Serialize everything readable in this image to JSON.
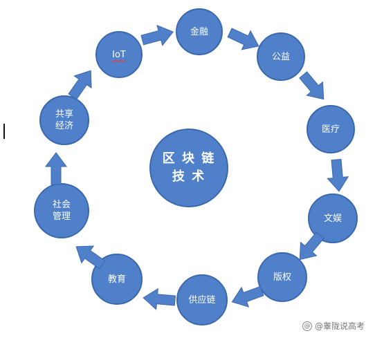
{
  "diagram": {
    "center": {
      "label": "区 块 链\n技 术"
    },
    "ring": [
      {
        "id": "iot",
        "label": "IoT"
      },
      {
        "id": "finance",
        "label": "金融"
      },
      {
        "id": "public-welfare",
        "label": "公益"
      },
      {
        "id": "medical",
        "label": "医疗"
      },
      {
        "id": "entertainment",
        "label": "文娱"
      },
      {
        "id": "copyright",
        "label": "版权"
      },
      {
        "id": "supply-chain",
        "label": "供应链"
      },
      {
        "id": "education",
        "label": "教育"
      },
      {
        "id": "social-management",
        "label": "社会\n管理"
      },
      {
        "id": "sharing-economy",
        "label": "共享\n经济"
      }
    ],
    "flow_direction": "clockwise",
    "node_color": "#4f80c9"
  },
  "watermark": {
    "icon": "at-sign-icon",
    "text": "@睾陇说高考"
  }
}
